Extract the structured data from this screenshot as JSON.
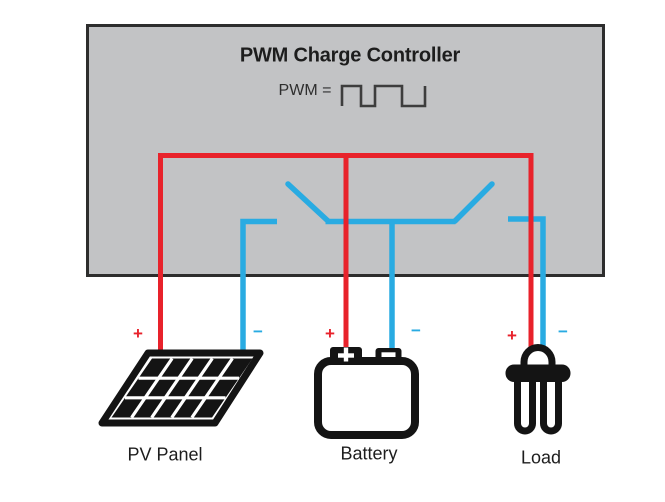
{
  "controller": {
    "title": "PWM Charge Controller",
    "formula_label": "PWM ="
  },
  "colors": {
    "positive": "#e8222b",
    "negative": "#29abe2",
    "box_fill": "#c2c3c5",
    "box_border": "#2d2d2d",
    "ink": "#141414",
    "waveform": "#3d3d3d"
  },
  "components": [
    {
      "label": "PV Panel",
      "positive": "+",
      "negative": "−"
    },
    {
      "label": "Battery",
      "positive": "+",
      "negative": "−"
    },
    {
      "label": "Load",
      "positive": "+",
      "negative": "−"
    }
  ]
}
